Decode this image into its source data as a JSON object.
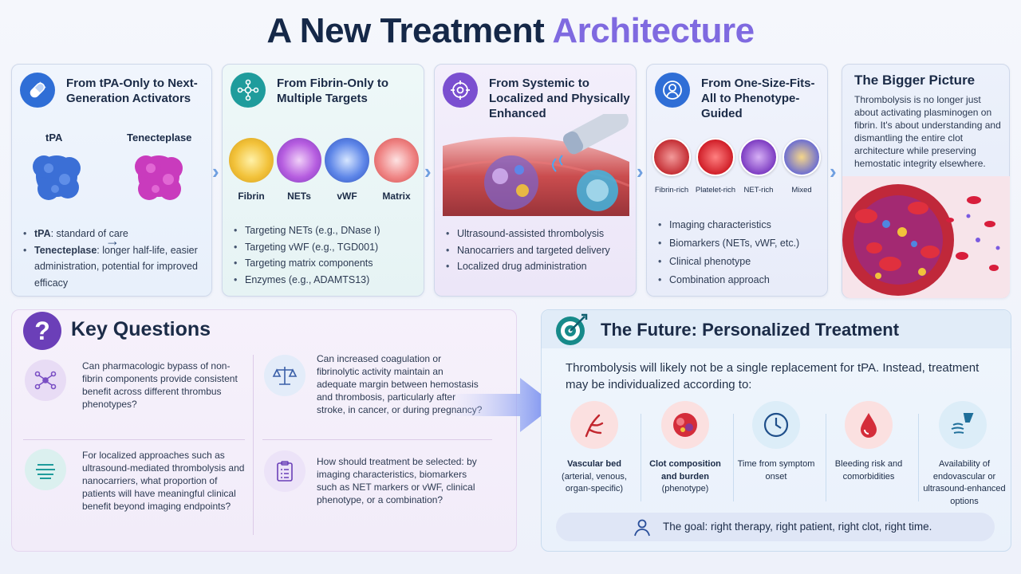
{
  "title": {
    "part1": "A New Treatment",
    "part2": "Architecture"
  },
  "panels": {
    "p1": {
      "heading": "From tPA-Only to Next-Generation Activators",
      "label_a": "tPA",
      "label_b": "Tenecteplase",
      "bullets": [
        {
          "bold": "tPA",
          "text": ": standard of care"
        },
        {
          "bold": "Tenecteplase",
          "text": ": longer half-life, easier administration, potential for improved efficacy"
        }
      ]
    },
    "p2": {
      "heading": "From Fibrin-Only to Multiple Targets",
      "targets": [
        "Fibrin",
        "NETs",
        "vWF",
        "Matrix"
      ],
      "bullets": [
        "Targeting NETs (e.g., DNase I)",
        "Targeting vWF (e.g., TGD001)",
        "Targeting matrix components",
        "Enzymes (e.g., ADAMTS13)"
      ]
    },
    "p3": {
      "heading": "From Systemic to Localized and Physically Enhanced",
      "bullets": [
        "Ultrasound-assisted thrombolysis",
        "Nanocarriers and targeted delivery",
        "Localized drug administration"
      ]
    },
    "p4": {
      "heading": "From One-Size-Fits-All to Phenotype-Guided",
      "phenotypes": [
        "Fibrin-rich",
        "Platelet-rich",
        "NET-rich",
        "Mixed"
      ],
      "bullets": [
        "Imaging characteristics",
        "Biomarkers (NETs, vWF, etc.)",
        "Clinical phenotype",
        "Combination approach"
      ]
    },
    "p5": {
      "heading": "The Bigger Picture",
      "text": "Thrombolysis is no longer just about activating plasminogen on fibrin. It's about understanding and dismantling the entire clot architecture while preserving hemostatic integrity elsewhere."
    }
  },
  "key_questions": {
    "title": "Key Questions",
    "q1": "Can pharmacologic bypass of non-fibrin components provide consistent benefit across different thrombus phenotypes?",
    "q2": "Can increased coagulation or fibrinolytic activity maintain an adequate margin between hemostasis and thrombosis, particularly after stroke, in cancer, or during pregnancy?",
    "q3": "For localized approaches such as ultrasound-mediated thrombolysis and nanocarriers, what proportion of patients will have meaningful clinical benefit beyond imaging endpoints?",
    "q4": "How should treatment be selected: by imaging characteristics, biomarkers such as NET markers or vWF, clinical phenotype, or a combination?"
  },
  "future": {
    "title": "The Future: Personalized Treatment",
    "intro": "Thrombolysis will likely not be a single replacement for tPA. Instead, treatment may be individualized according to:",
    "factors": [
      {
        "bold": "Vascular bed",
        "rest": "(arterial, venous, organ-specific)"
      },
      {
        "bold": "Clot composition and burden",
        "rest": "(phenotype)"
      },
      {
        "bold": "",
        "rest": "Time from symptom onset"
      },
      {
        "bold": "",
        "rest": "Bleeding risk and comorbidities"
      },
      {
        "bold": "",
        "rest": "Availability of endovascular or ultrasound-enhanced options"
      }
    ],
    "goal": "The goal: right therapy, right patient, right clot, right time."
  },
  "colors": {
    "title_dark": "#152848",
    "title_accent": "#7f6ae0",
    "key_questions_icon": "#6b3fb8"
  }
}
